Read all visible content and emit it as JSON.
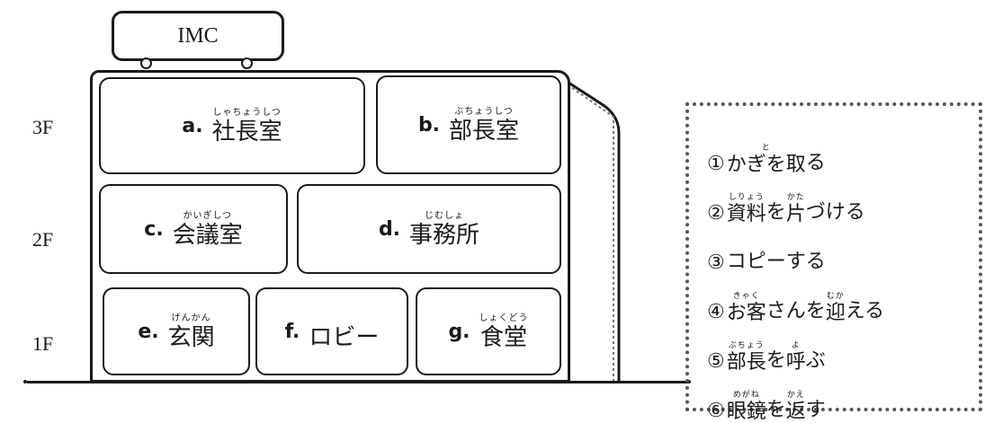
{
  "sign": {
    "text": "IMC"
  },
  "floors": {
    "f3": "3F",
    "f2": "2F",
    "f1": "1F"
  },
  "rooms": {
    "a": {
      "letter": "a.",
      "reading": "しゃちょうしつ",
      "name": "社長室"
    },
    "b": {
      "letter": "b.",
      "reading": "ぶちょうしつ",
      "name": "部長室"
    },
    "c": {
      "letter": "c.",
      "reading": "かいぎしつ",
      "name": "会議室"
    },
    "d": {
      "letter": "d.",
      "reading": "じむしょ",
      "name": "事務所"
    },
    "e": {
      "letter": "e.",
      "reading": "げんかん",
      "name": "玄関"
    },
    "f": {
      "letter": "f.",
      "reading": "",
      "name": "ロビー"
    },
    "g": {
      "letter": "g.",
      "reading": "しょくどう",
      "name": "食堂"
    }
  },
  "tasks": [
    {
      "num": "①",
      "reading": "と",
      "kanji": "かぎを取",
      "rest": "る"
    },
    {
      "num": "②",
      "reading": "しりょう",
      "kanji": "資料",
      "rest": "を",
      "reading2": "かた",
      "kanji2": "片",
      "rest2": "づける"
    },
    {
      "num": "③",
      "reading": "",
      "kanji": "",
      "rest": "コピーする"
    },
    {
      "num": "④",
      "reading": "きゃく",
      "kanji": "お客",
      "rest": "さんを",
      "reading2": "むか",
      "kanji2": "迎",
      "rest2": "える"
    },
    {
      "num": "⑤",
      "reading": "ぶちょう",
      "kanji": "部長",
      "rest": "を",
      "reading2": "よ",
      "kanji2": "呼",
      "rest2": "ぶ"
    },
    {
      "num": "⑥",
      "reading": "めがね",
      "kanji": "眼鏡",
      "rest": "を",
      "reading2": "かえ",
      "kanji2": "返",
      "rest2": "す"
    }
  ]
}
